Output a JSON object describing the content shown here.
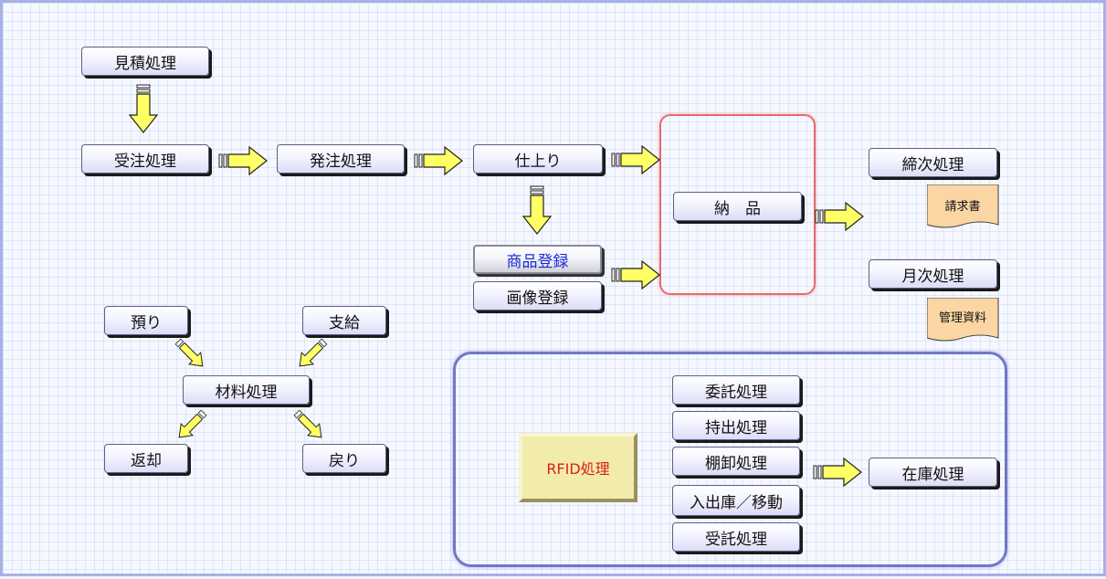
{
  "buttons": {
    "mitsumori": "見積処理",
    "juchu": "受注処理",
    "hacchu": "発注処理",
    "shiagari": "仕上り",
    "shohin_toroku": "商品登録",
    "gazo_toroku": "画像登録",
    "nohin": "納　品",
    "shimeji": "締次処理",
    "getsuji": "月次処理",
    "azukari": "預り",
    "shikyu": "支給",
    "zairyo": "材料処理",
    "henkyaku": "返却",
    "modori": "戻り",
    "itaku": "委託処理",
    "mochidashi": "持出処理",
    "tanaoroshi": "棚卸処理",
    "nyushukko": "入出庫／移動",
    "jutaku": "受託処理",
    "zaiko": "在庫処理",
    "rfid": "RFID処理"
  },
  "documents": {
    "seikyusho": "請求書",
    "kanri_shiryo": "管理資料"
  },
  "colors": {
    "background": "#f6f8ff",
    "grid": "#c8d4f4",
    "arrow_fill": "#ffff66",
    "nohin_frame": "#e86a6a",
    "rfid_frame": "#7278c4",
    "document_fill": "#fbd5a4",
    "active_text": "#1a2bd6",
    "rfid_text": "#d81e1e"
  },
  "icons": {
    "flow_arrow": "block-arrow-icon",
    "diagonal_arrow": "diagonal-arrow-icon",
    "document": "document-icon"
  }
}
